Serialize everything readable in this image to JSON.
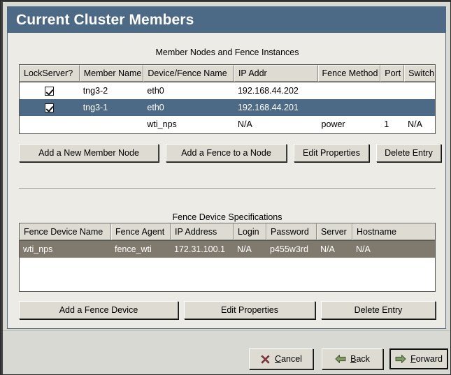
{
  "window": {
    "title": "Current Cluster Members"
  },
  "members_section": {
    "title": "Member Nodes and Fence Instances",
    "columns": [
      "LockServer?",
      "Member Name",
      "Device/Fence Name",
      "IP Addr",
      "Fence Method",
      "Port",
      "Switch"
    ],
    "rows": [
      {
        "selected": false,
        "lockserver_checked": true,
        "member_name": "tng3-2",
        "device_fence_name": "eth0",
        "ip_addr": "192.168.44.202",
        "fence_method": "",
        "port": "",
        "switch": ""
      },
      {
        "selected": true,
        "lockserver_checked": true,
        "member_name": "tng3-1",
        "device_fence_name": "eth0",
        "ip_addr": "192.168.44.201",
        "fence_method": "",
        "port": "",
        "switch": ""
      },
      {
        "selected": false,
        "lockserver_checked": false,
        "member_name": "",
        "device_fence_name": "wti_nps",
        "ip_addr": "N/A",
        "fence_method": "power",
        "port": "1",
        "switch": "N/A"
      }
    ],
    "buttons": {
      "add_member": "Add a New Member Node",
      "add_fence": "Add a Fence to a Node",
      "edit_properties": "Edit Properties",
      "delete_entry": "Delete Entry"
    }
  },
  "fence_section": {
    "title": "Fence Device Specifications",
    "columns": [
      "Fence Device Name",
      "Fence Agent",
      "IP Address",
      "Login",
      "Password",
      "Server",
      "Hostname"
    ],
    "rows": [
      {
        "selected": true,
        "fence_device_name": "wti_nps",
        "fence_agent": "fence_wti",
        "ip_address": "172.31.100.1",
        "login": "N/A",
        "password": "p455w3rd",
        "server": "N/A",
        "hostname": "N/A"
      }
    ],
    "buttons": {
      "add_fence_device": "Add a Fence Device",
      "edit_properties": "Edit Properties",
      "delete_entry": "Delete Entry"
    }
  },
  "navigation": {
    "cancel": {
      "prefix": "",
      "mnemonic": "C",
      "suffix": "ancel",
      "icon": "close-x-icon"
    },
    "back": {
      "prefix": "",
      "mnemonic": "B",
      "suffix": "ack",
      "icon": "arrow-left-icon"
    },
    "forward": {
      "prefix": "",
      "mnemonic": "F",
      "suffix": "orward",
      "icon": "arrow-right-icon"
    }
  },
  "colors": {
    "titlebar": "#4c6a86",
    "selection_blue": "#4c6a86",
    "selection_gray": "#80796d",
    "panel_bg": "#edebe6",
    "button_face": "#dedbd2",
    "cancel_icon": "#a33a48",
    "arrow_icon": "#7f9d63"
  }
}
